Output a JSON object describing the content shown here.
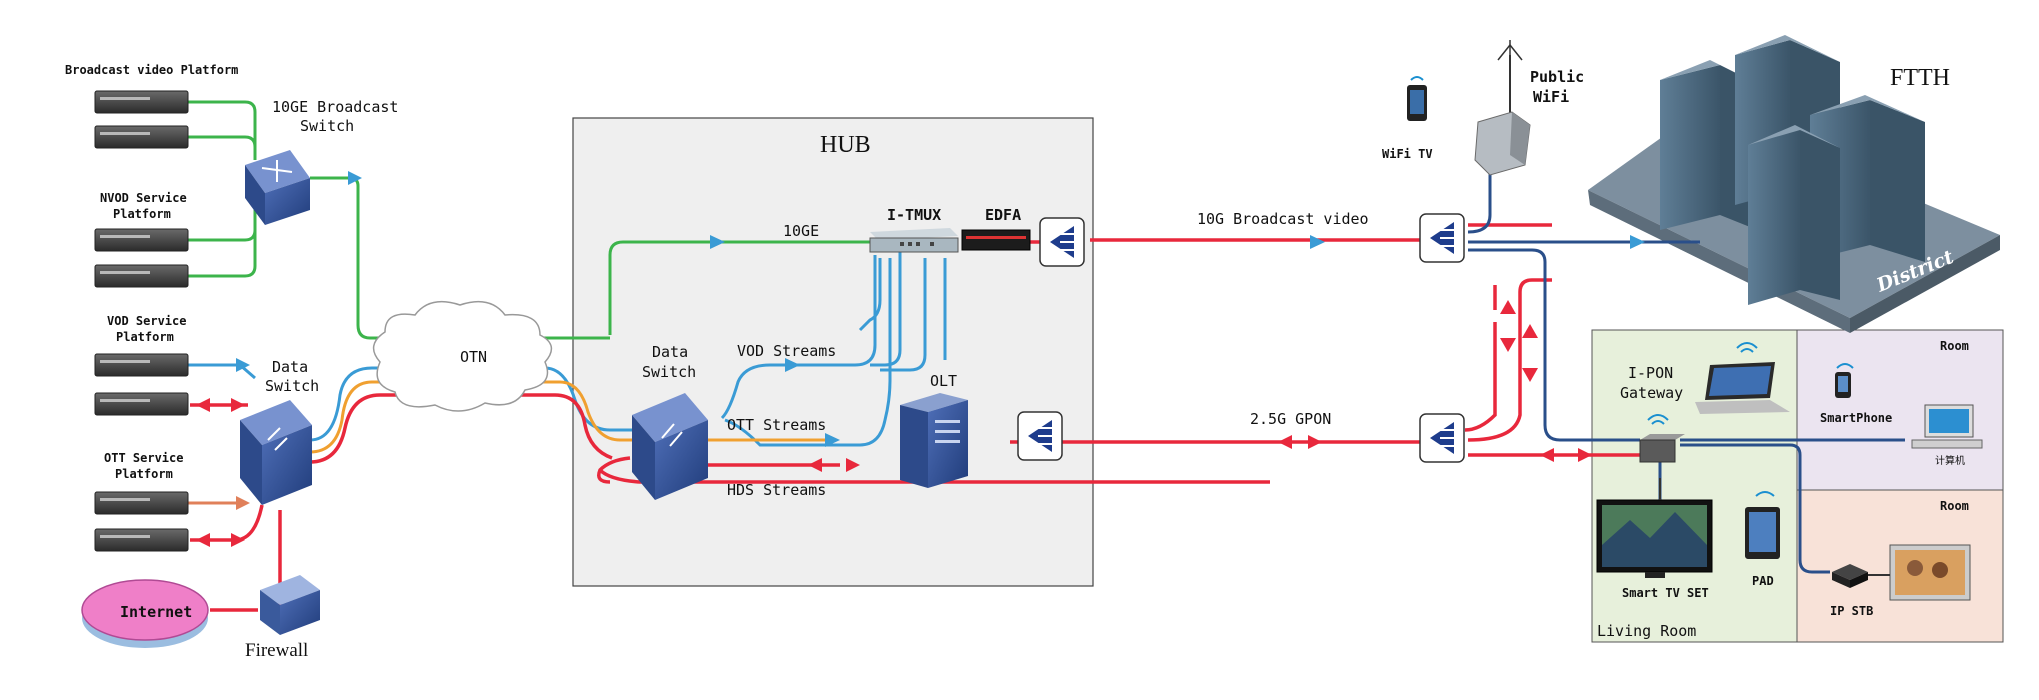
{
  "labels": {
    "broadcast_platform": "Broadcast video Platform",
    "broadcast_switch_1": "10GE Broadcast",
    "broadcast_switch_2": "Switch",
    "nvod_1": "NVOD Service",
    "nvod_2": "Platform",
    "vod_1": "VOD Service",
    "vod_2": "Platform",
    "ott_1": "OTT Service",
    "ott_2": "Platform",
    "data_switch_left_1": "Data",
    "data_switch_left_2": "Switch",
    "internet": "Internet",
    "firewall": "Firewall",
    "otn": "OTN",
    "hub": "HUB",
    "tenge": "10GE",
    "itmux": "I-TMUX",
    "edfa": "EDFA",
    "data_switch_hub_1": "Data",
    "data_switch_hub_2": "Switch",
    "vod_streams": "VOD Streams",
    "ott_streams": "OTT Streams",
    "hds_streams": "HDS Streams",
    "olt": "OLT",
    "broadcast_video_10g": "10G Broadcast video",
    "gpon": "2.5G GPON",
    "wifi_tv": "WiFi TV",
    "public_wifi_1": "Public",
    "public_wifi_2": "WiFi",
    "ftth": "FTTH",
    "district": "District",
    "ipon_1": "I-PON",
    "ipon_2": "Gateway",
    "room_1": "Room",
    "room_2": "Room",
    "smartphone": "SmartPhone",
    "computer": "计算机",
    "smart_tv": "Smart TV SET",
    "pad": "PAD",
    "ip_stb": "IP STB",
    "living_room": "Living Room"
  },
  "colors": {
    "green": "#3cb44b",
    "blue": "#3a9bd5",
    "dark_blue": "#2a4f8a",
    "red": "#e8283c",
    "orange": "#f0a030",
    "salmon": "#e0805a",
    "hub_bg": "#efefef",
    "living_bg": "#e7f0db",
    "room1_bg": "#ebe4f0",
    "room2_bg": "#f8e2d8",
    "internet": "#ef7fc8"
  }
}
